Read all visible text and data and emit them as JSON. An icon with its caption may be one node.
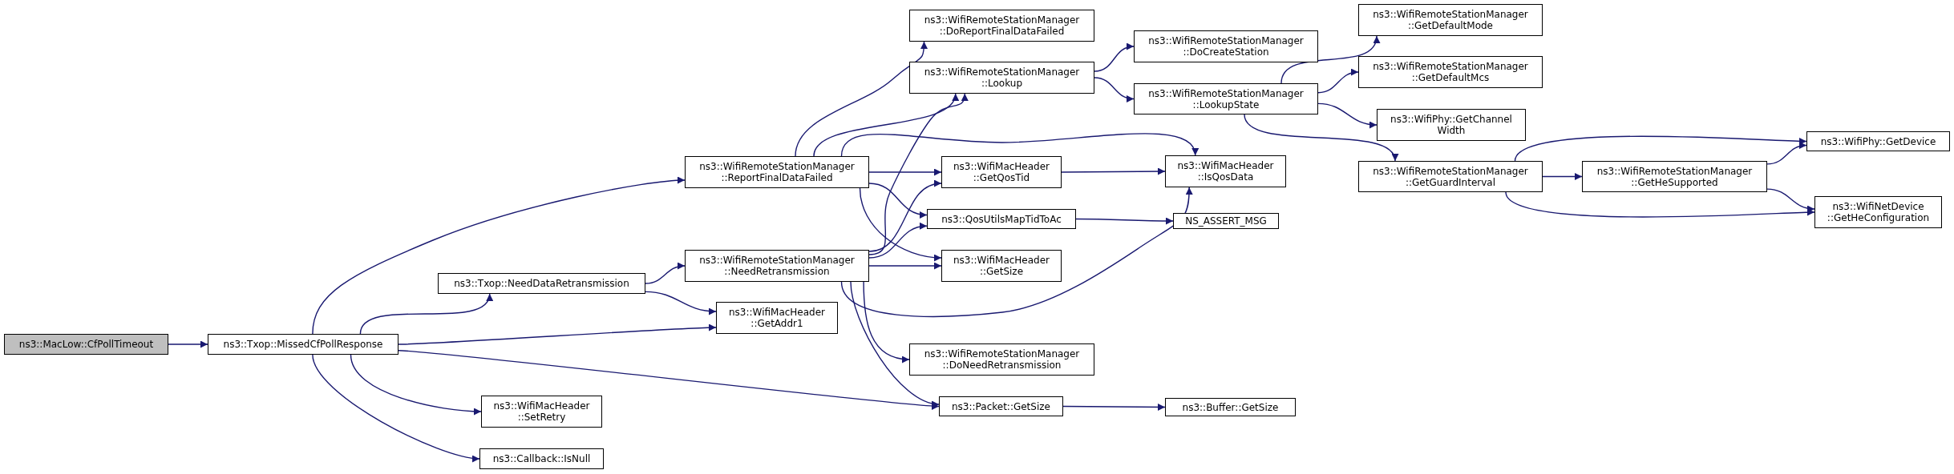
{
  "diagram": {
    "nodes": [
      {
        "text": [
          "ns3::MacLow::CfPollTimeout"
        ]
      },
      {
        "text": [
          "ns3::Txop::MissedCfPollResponse"
        ]
      },
      {
        "text": [
          "ns3::WifiRemoteStationManager ::ReportFinalDataFailed"
        ]
      },
      {
        "text": [
          "ns3::Txop::NeedDataRetransmission"
        ]
      },
      {
        "text": [
          "ns3::WifiMacHeader ::SetRetry"
        ]
      },
      {
        "text": [
          "ns3::Callback::IsNull"
        ]
      },
      {
        "text": [
          "ns3::WifiRemoteStationManager ::NeedRetransmission"
        ]
      },
      {
        "text": [
          "ns3::WifiMacHeader ::GetAddr1"
        ]
      },
      {
        "text": [
          "ns3::WifiRemoteStationManager ::DoReportFinalDataFailed"
        ]
      },
      {
        "text": [
          "ns3::WifiRemoteStationManager ::Lookup"
        ]
      },
      {
        "text": [
          "ns3::WifiMacHeader ::GetQosTid"
        ]
      },
      {
        "text": [
          "ns3::QosUtilsMapTidToAc"
        ]
      },
      {
        "text": [
          "ns3::WifiMacHeader ::GetSize"
        ]
      },
      {
        "text": [
          "ns3::WifiRemoteStationManager ::DoNeedRetransmission"
        ]
      },
      {
        "text": [
          "ns3::Packet::GetSize"
        ]
      },
      {
        "text": [
          "ns3::WifiRemoteStationManager ::DoCreateStation"
        ]
      },
      {
        "text": [
          "ns3::WifiRemoteStationManager ::LookupState"
        ]
      },
      {
        "text": [
          "ns3::WifiMacHeader ::IsQosData"
        ]
      },
      {
        "text": [
          "NS_ASSERT_MSG"
        ]
      },
      {
        "text": [
          "ns3::Buffer::GetSize"
        ]
      },
      {
        "text": [
          "ns3::WifiRemoteStationManager ::GetDefaultMode"
        ]
      },
      {
        "text": [
          "ns3::WifiRemoteStationManager ::GetDefaultMcs"
        ]
      },
      {
        "text": [
          "ns3::WifiPhy::GetChannel Width"
        ]
      },
      {
        "text": [
          "ns3::WifiRemoteStationManager ::GetGuardInterval"
        ]
      },
      {
        "text": [
          "ns3::WifiRemoteStationManager ::GetHeSupported"
        ]
      },
      {
        "text": [
          "ns3::WifiPhy::GetDevice"
        ]
      },
      {
        "text": [
          "ns3::WifiNetDevice ::GetHeConfiguration"
        ]
      }
    ],
    "edges": [
      {
        "from": 0,
        "to": 1,
        "arrow": "to"
      },
      {
        "from": 1,
        "to": 2,
        "arrow": "to"
      },
      {
        "from": 1,
        "to": 3,
        "arrow": "to"
      },
      {
        "from": 1,
        "to": 7,
        "arrow": "to"
      },
      {
        "from": 1,
        "to": 14,
        "arrow": "to"
      },
      {
        "from": 1,
        "to": 4,
        "arrow": "to"
      },
      {
        "from": 1,
        "to": 5,
        "arrow": "to"
      },
      {
        "from": 2,
        "to": 8,
        "arrow": "to"
      },
      {
        "from": 2,
        "to": 9,
        "arrow": "to"
      },
      {
        "from": 2,
        "to": 17,
        "arrow": "to"
      },
      {
        "from": 2,
        "to": 10,
        "arrow": "to"
      },
      {
        "from": 2,
        "to": 11,
        "arrow": "to"
      },
      {
        "from": 2,
        "to": 12,
        "arrow": "to"
      },
      {
        "from": 3,
        "to": 6,
        "arrow": "to"
      },
      {
        "from": 3,
        "to": 7,
        "arrow": "to"
      },
      {
        "from": 6,
        "to": 9,
        "arrow": "to"
      },
      {
        "from": 6,
        "to": 10,
        "arrow": "to"
      },
      {
        "from": 6,
        "to": 11,
        "arrow": "to"
      },
      {
        "from": 6,
        "to": 12,
        "arrow": "to"
      },
      {
        "from": 6,
        "to": 17,
        "arrow": "to"
      },
      {
        "from": 6,
        "to": 13,
        "arrow": "to"
      },
      {
        "from": 6,
        "to": 14,
        "arrow": "to"
      },
      {
        "from": 9,
        "to": 15,
        "arrow": "to"
      },
      {
        "from": 9,
        "to": 16,
        "arrow": "to"
      },
      {
        "from": 10,
        "to": 17,
        "arrow": "to"
      },
      {
        "from": 11,
        "to": 18,
        "arrow": "to"
      },
      {
        "from": 14,
        "to": 19,
        "arrow": "to"
      },
      {
        "from": 16,
        "to": 20,
        "arrow": "to"
      },
      {
        "from": 16,
        "to": 21,
        "arrow": "to"
      },
      {
        "from": 16,
        "to": 22,
        "arrow": "to"
      },
      {
        "from": 16,
        "to": 23,
        "arrow": "to"
      },
      {
        "from": 23,
        "to": 25,
        "arrow": "to"
      },
      {
        "from": 23,
        "to": 24,
        "arrow": "to"
      },
      {
        "from": 23,
        "to": 26,
        "arrow": "to"
      },
      {
        "from": 24,
        "to": 25,
        "arrow": "to"
      },
      {
        "from": 24,
        "to": 26,
        "arrow": "to"
      }
    ]
  }
}
